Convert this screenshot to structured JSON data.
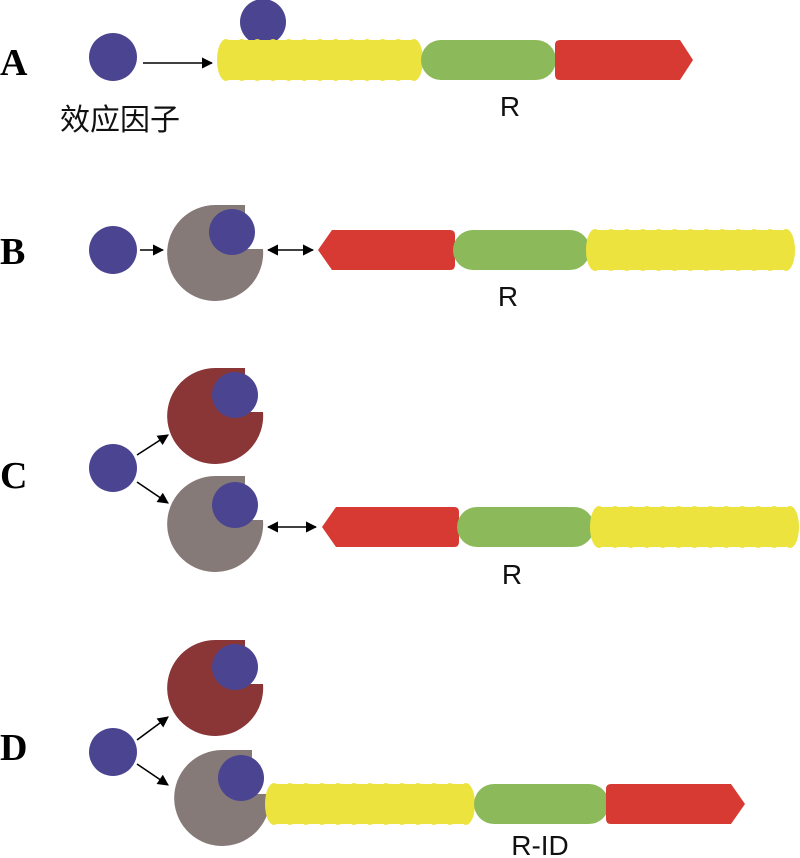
{
  "colors": {
    "effector": "#4b4591",
    "yellow_domain": "#ece33e",
    "green_domain": "#8cba5b",
    "red_domain": "#d63a33",
    "gray_protein": "#867a79",
    "darkred_protein": "#8b3636",
    "arrow": "#000000"
  },
  "panels": [
    {
      "letter": "A",
      "label": "R",
      "sublabel": "效应因子"
    },
    {
      "letter": "B",
      "label": "R"
    },
    {
      "letter": "C",
      "label": "R"
    },
    {
      "letter": "D",
      "label": "R-ID"
    }
  ]
}
